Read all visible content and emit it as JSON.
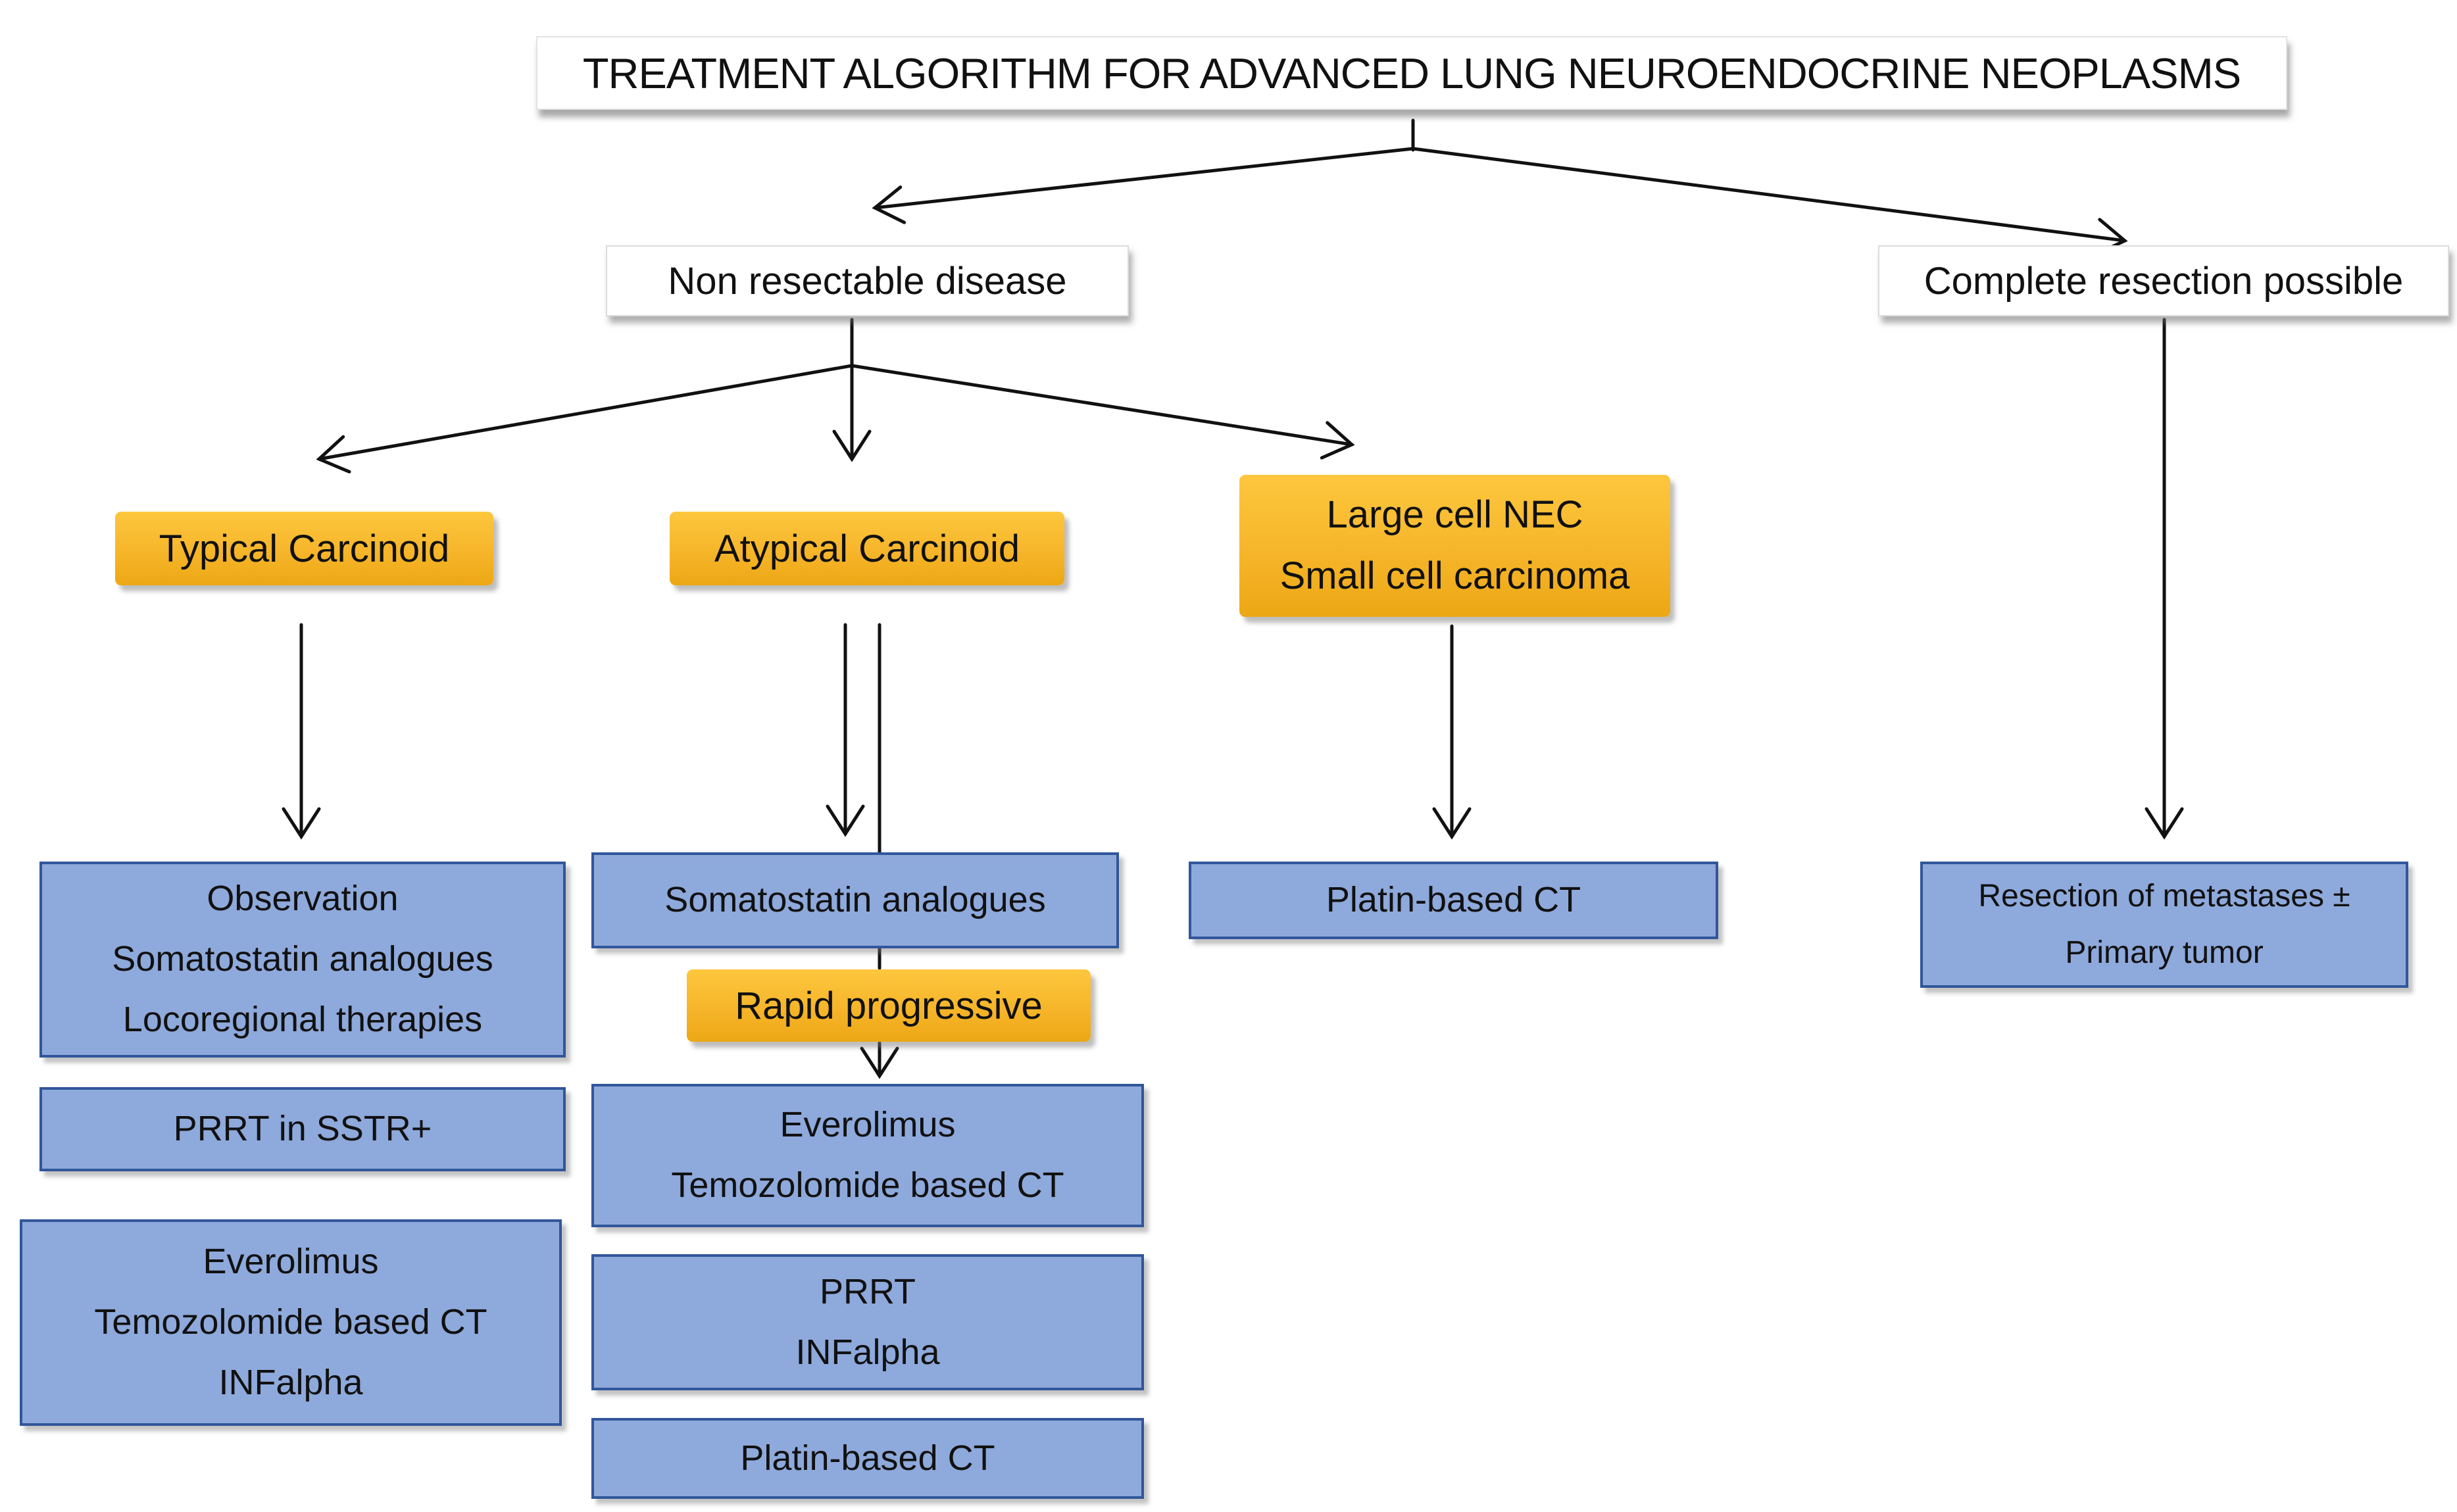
{
  "title": "TREATMENT ALGORITHM FOR ADVANCED LUNG NEUROENDOCRINE NEOPLASMS",
  "branches": {
    "non_resectable": {
      "label": "Non resectable disease"
    },
    "complete_resection": {
      "label": "Complete resection possible"
    }
  },
  "categories": {
    "typical": {
      "label": "Typical Carcinoid"
    },
    "atypical": {
      "label": "Atypical Carcinoid"
    },
    "large_small_cell": {
      "lines": [
        "Large cell NEC",
        "Small cell carcinoma"
      ]
    }
  },
  "treatments": {
    "typical_first_line": {
      "lines": [
        "Observation",
        "Somatostatin analogues",
        "Locoregional therapies"
      ]
    },
    "typical_second_line": {
      "label": "PRRT in SSTR+"
    },
    "typical_third_line": {
      "lines": [
        "Everolimus",
        "Temozolomide based CT",
        "INFalpha"
      ]
    },
    "atypical_first_line": {
      "label": "Somatostatin analogues"
    },
    "rapid_progressive": {
      "label": "Rapid progressive"
    },
    "atypical_second_line": {
      "lines": [
        "Everolimus",
        "Temozolomide based CT"
      ]
    },
    "atypical_third_line": {
      "lines": [
        "PRRT",
        "INFalpha"
      ]
    },
    "atypical_fourth_line": {
      "label": "Platin-based CT"
    },
    "large_cell_first_line": {
      "label": "Platin-based CT"
    },
    "resection_strategy": {
      "lines": [
        "Resection of metastases ±",
        "Primary tumor"
      ]
    }
  },
  "colors": {
    "category_orange": "#f6b52a",
    "treatment_blue_fill": "#8ea9db",
    "treatment_blue_border": "#31569b",
    "arrow_black": "#111111",
    "background": "#ffffff"
  }
}
